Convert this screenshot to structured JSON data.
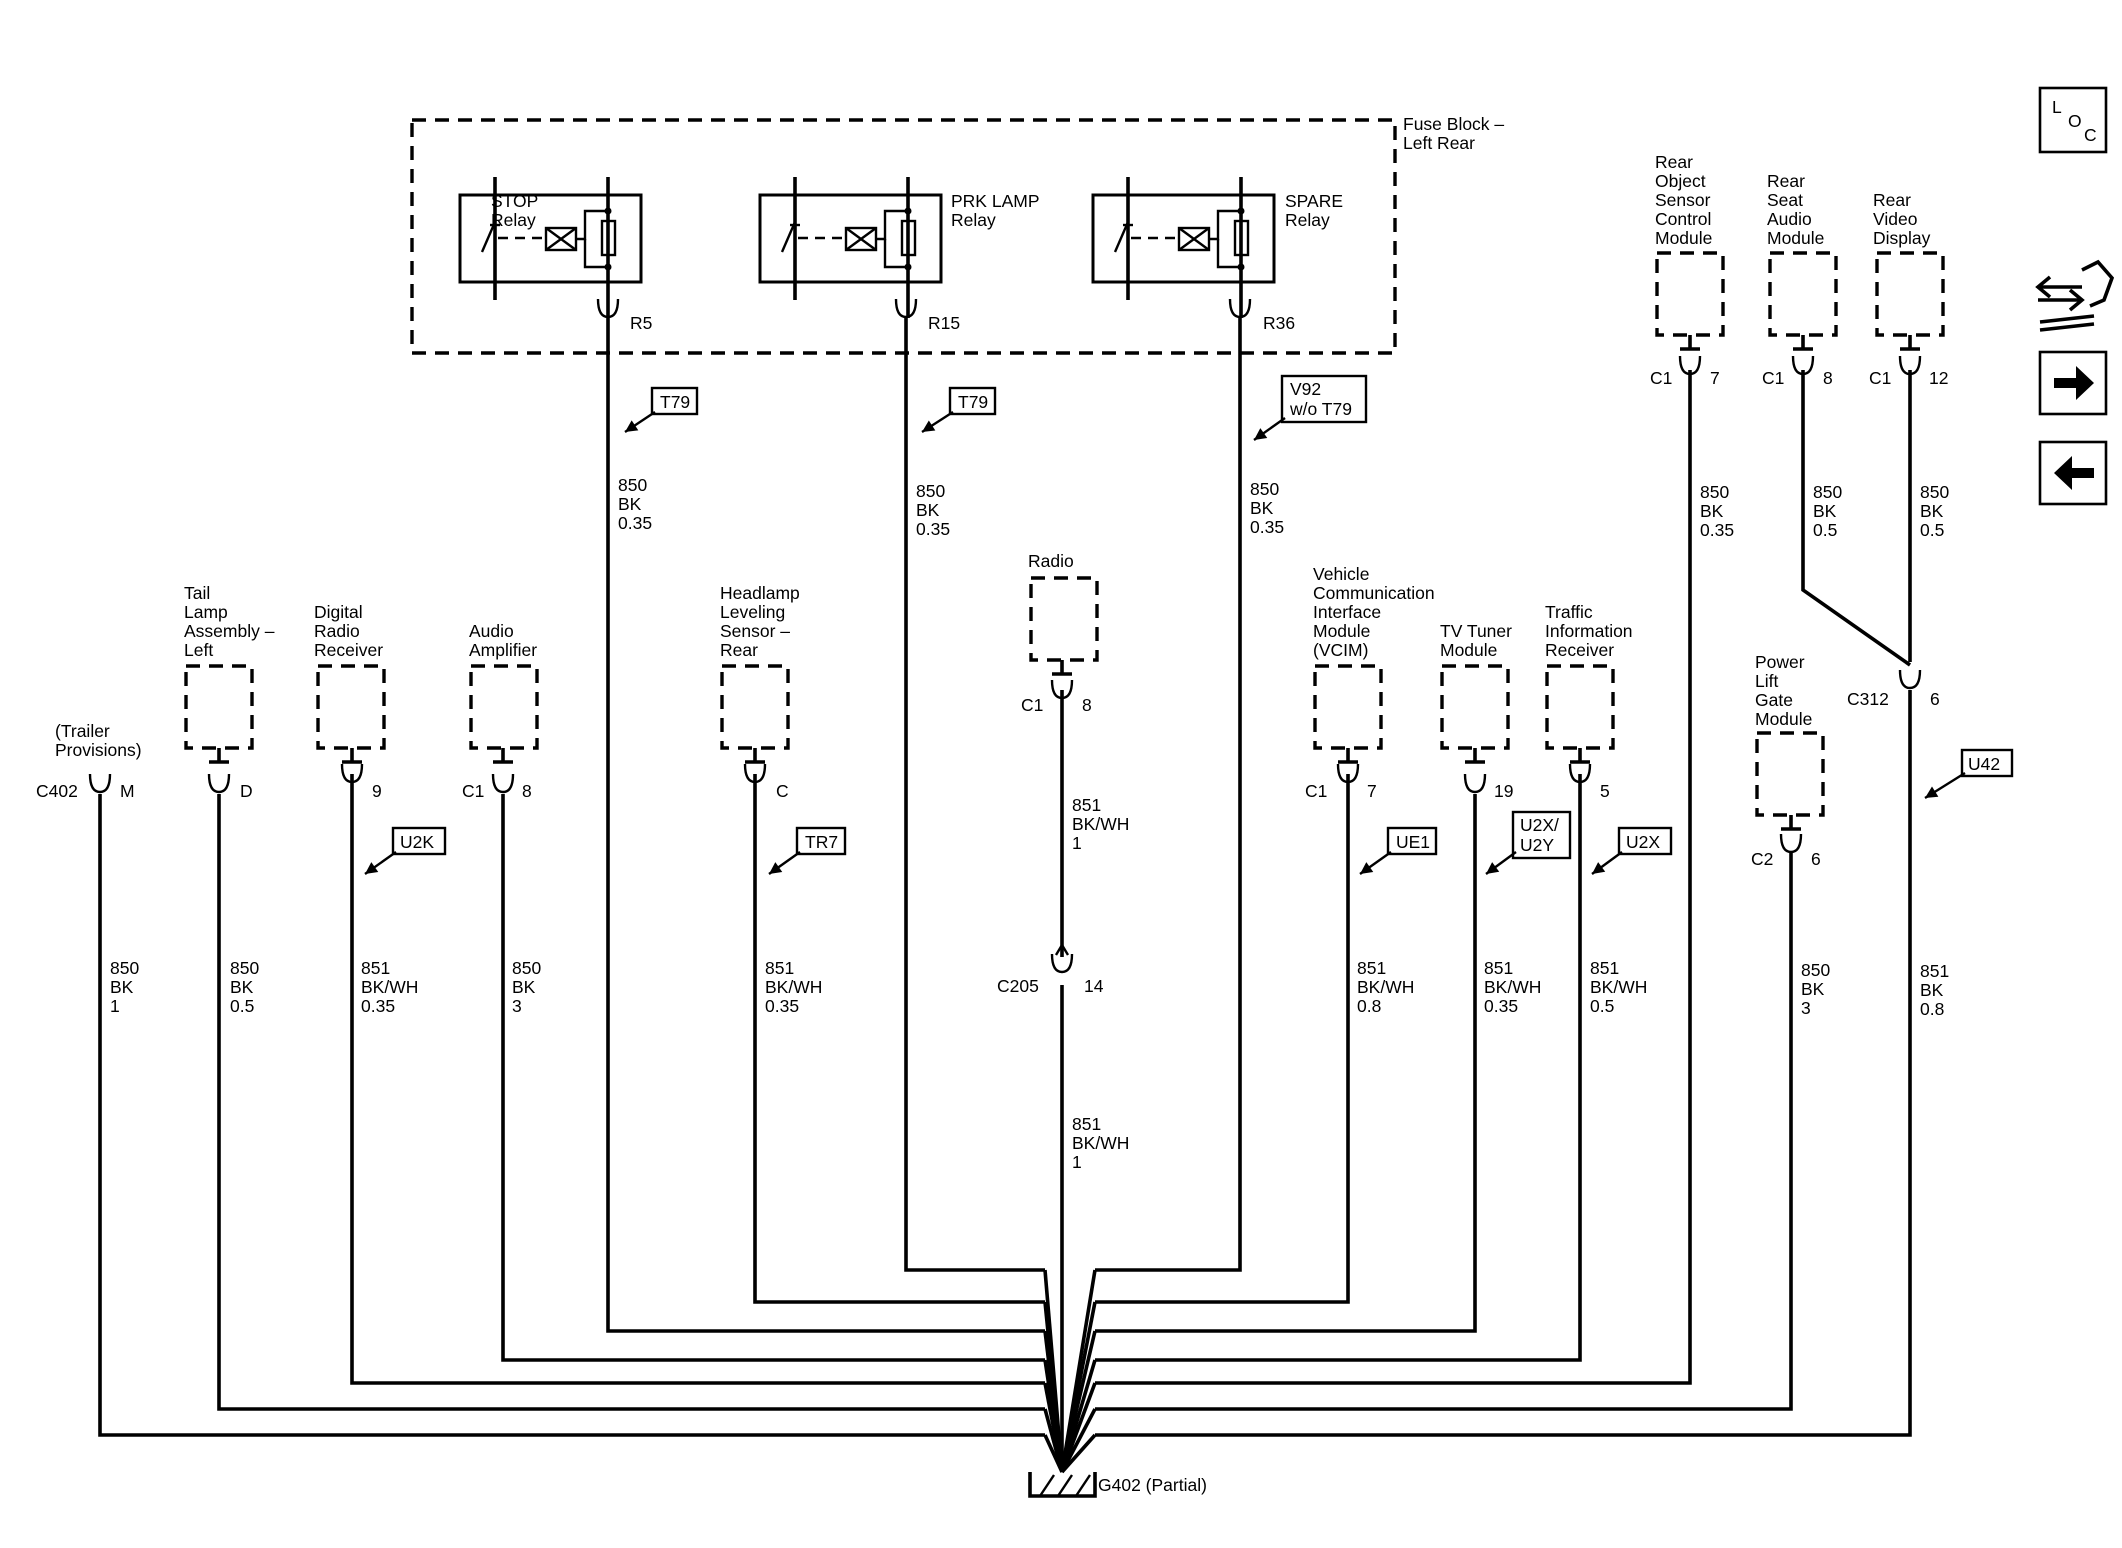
{
  "fuse_block": {
    "title_lines": [
      "Fuse Block –",
      "Left Rear"
    ],
    "relays": [
      {
        "name_lines": [
          "STOP",
          "Relay"
        ],
        "terminal": "R5"
      },
      {
        "name_lines": [
          "PRK LAMP",
          "Relay"
        ],
        "terminal": "R15"
      },
      {
        "name_lines": [
          "SPARE",
          "Relay"
        ],
        "terminal": "R36"
      }
    ]
  },
  "options": {
    "t79_a": "T79",
    "t79_b": "T79",
    "v92_lines": [
      "V92",
      "w/o T79"
    ],
    "u2k": "U2K",
    "tr7": "TR7",
    "ue1": "UE1",
    "u2x_u2y_lines": [
      "U2X/",
      "U2Y"
    ],
    "u2x": "U2X",
    "u42": "U42"
  },
  "modules": {
    "trailer": {
      "name_lines": [
        "(Trailer",
        "Provisions)"
      ],
      "connector": "C402",
      "pin": "M",
      "wire_lines": [
        "850",
        "BK",
        "1"
      ]
    },
    "tail_lamp": {
      "name_lines": [
        "Tail",
        "Lamp",
        "Assembly –",
        "Left"
      ],
      "connector": "",
      "pin": "D",
      "wire_lines": [
        "850",
        "BK",
        "0.5"
      ]
    },
    "digital_radio": {
      "name_lines": [
        "Digital",
        "Radio",
        "Receiver"
      ],
      "connector": "",
      "pin": "9",
      "wire_lines": [
        "851",
        "BK/WH",
        "0.35"
      ]
    },
    "audio_amp": {
      "name_lines": [
        "Audio",
        "Amplifier"
      ],
      "connector": "C1",
      "pin": "8",
      "wire_lines": [
        "850",
        "BK",
        "3"
      ]
    },
    "headlamp_sensor": {
      "name_lines": [
        "Headlamp",
        "Leveling",
        "Sensor –",
        "Rear"
      ],
      "connector": "",
      "pin": "C",
      "wire_lines": [
        "851",
        "BK/WH",
        "0.35"
      ]
    },
    "radio": {
      "name_lines": [
        "Radio"
      ],
      "connector": "C1",
      "pin": "8",
      "wire_lines": [
        "851",
        "BK/WH",
        "1"
      ]
    },
    "c205": {
      "connector": "C205",
      "pin": "14",
      "wire_lines": [
        "851",
        "BK/WH",
        "1"
      ]
    },
    "vcim": {
      "name_lines": [
        "Vehicle",
        "Communication",
        "Interface",
        "Module",
        "(VCIM)"
      ],
      "connector": "C1",
      "pin": "7",
      "wire_lines": [
        "851",
        "BK/WH",
        "0.8"
      ]
    },
    "tv_tuner": {
      "name_lines": [
        "TV Tuner",
        "Module"
      ],
      "connector": "",
      "pin": "19",
      "wire_lines": [
        "851",
        "BK/WH",
        "0.35"
      ]
    },
    "traffic_info": {
      "name_lines": [
        "Traffic",
        "Information",
        "Receiver"
      ],
      "connector": "",
      "pin": "5",
      "wire_lines": [
        "851",
        "BK/WH",
        "0.5"
      ]
    },
    "rear_object_sensor": {
      "name_lines": [
        "Rear",
        "Object",
        "Sensor",
        "Control",
        "Module"
      ],
      "connector": "C1",
      "pin": "7",
      "wire_lines": [
        "850",
        "BK",
        "0.35"
      ]
    },
    "rear_seat_audio": {
      "name_lines": [
        "Rear",
        "Seat",
        "Audio",
        "Module"
      ],
      "connector": "C1",
      "pin": "8",
      "wire_lines": [
        "850",
        "BK",
        "0.5"
      ]
    },
    "rear_video": {
      "name_lines": [
        "Rear",
        "Video",
        "Display"
      ],
      "connector": "C1",
      "pin": "12",
      "wire_lines": [
        "850",
        "BK",
        "0.5"
      ]
    },
    "power_liftgate": {
      "name_lines": [
        "Power",
        "Lift",
        "Gate",
        "Module"
      ],
      "connector": "C2",
      "pin": "6",
      "wire_lines": [
        "850",
        "BK",
        "3"
      ]
    },
    "c312": {
      "connector": "C312",
      "pin": "6",
      "wire_lines": [
        "851",
        "BK",
        "0.8"
      ]
    },
    "stop_wire": {
      "wire_lines": [
        "850",
        "BK",
        "0.35"
      ]
    },
    "prk_wire": {
      "wire_lines": [
        "850",
        "BK",
        "0.35"
      ]
    },
    "spare_wire": {
      "wire_lines": [
        "850",
        "BK",
        "0.35"
      ]
    }
  },
  "ground": {
    "label": "G402 (Partial)"
  },
  "nav": {
    "loc_letters": [
      "L",
      "O",
      "C"
    ],
    "icons": [
      "connector-tool-icon",
      "arrow-right-icon",
      "arrow-left-icon"
    ]
  }
}
